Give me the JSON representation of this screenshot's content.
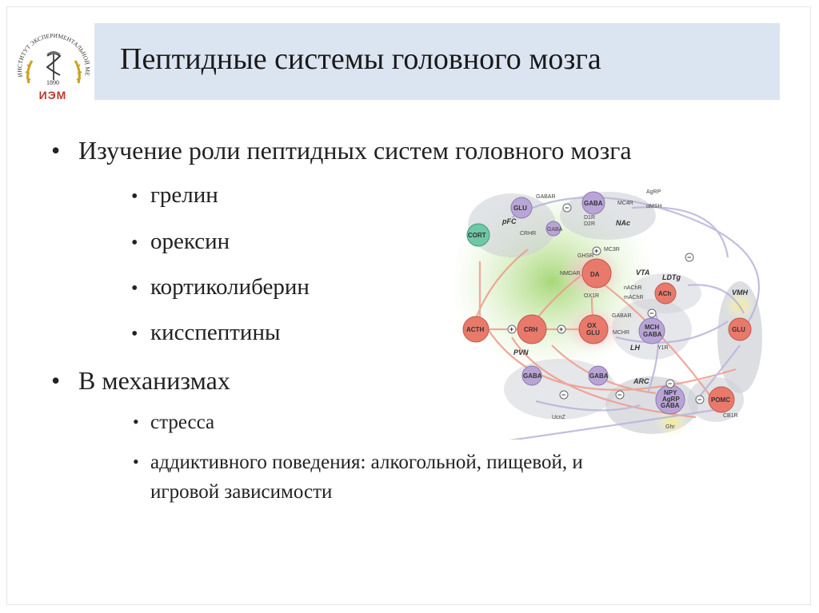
{
  "slide": {
    "title": "Пептидные системы головного мозга",
    "logo": {
      "name": "ИНСТИТУТ ЭКСПЕРИМЕНТАЛЬНОЙ МЕДИЦИНЫ",
      "year": "1890",
      "abbr": "ИЭМ"
    },
    "bullets": [
      {
        "text": "Изучение роли пептидных систем головного мозга",
        "children": [
          "грелин",
          "орексин",
          "кортиколиберин",
          "кисспептины"
        ]
      },
      {
        "text": "В механизмах",
        "children": [
          "стресса",
          "аддиктивного поведения: алкогольной, пищевой, и",
          "игровой зависимости"
        ]
      }
    ]
  },
  "diagram": {
    "nodes": {
      "glu_top": "GLU",
      "gaba_top": "GABA",
      "cort": "CORT",
      "da": "DA",
      "ach": "ACh",
      "acth": "ACTH",
      "crh": "CRH",
      "ox_glu": "OX\nGLU",
      "mch_gaba": "MCH\nGABA",
      "glu_vmh": "GLU",
      "npy": "NPY\nAgRP\nGABA",
      "pomc": "POMC",
      "gaba_l": "GABA",
      "gaba_r": "GABA",
      "gaba_small": "GABA"
    },
    "regions": [
      "pFC",
      "NAc",
      "VTA",
      "LDTg",
      "VMH",
      "PVN",
      "LH",
      "ARC"
    ],
    "receptors": [
      "GABAR",
      "AgRP",
      "MC4R",
      "αMSH",
      "D1R",
      "D2R",
      "CRHR",
      "GHSR",
      "MC3R",
      "NMDAR",
      "nAChR",
      "mAChR",
      "OX1R",
      "GABAR",
      "MCHR",
      "Y1R",
      "CB1R",
      "Ghr",
      "UcnZ"
    ]
  },
  "colors": {
    "title_bar": "#dbe5f1",
    "logo_red": "#c0392b",
    "node_red": "#e8796b",
    "node_purple": "#b9a4d6",
    "green_glow": "#b7e08c"
  }
}
